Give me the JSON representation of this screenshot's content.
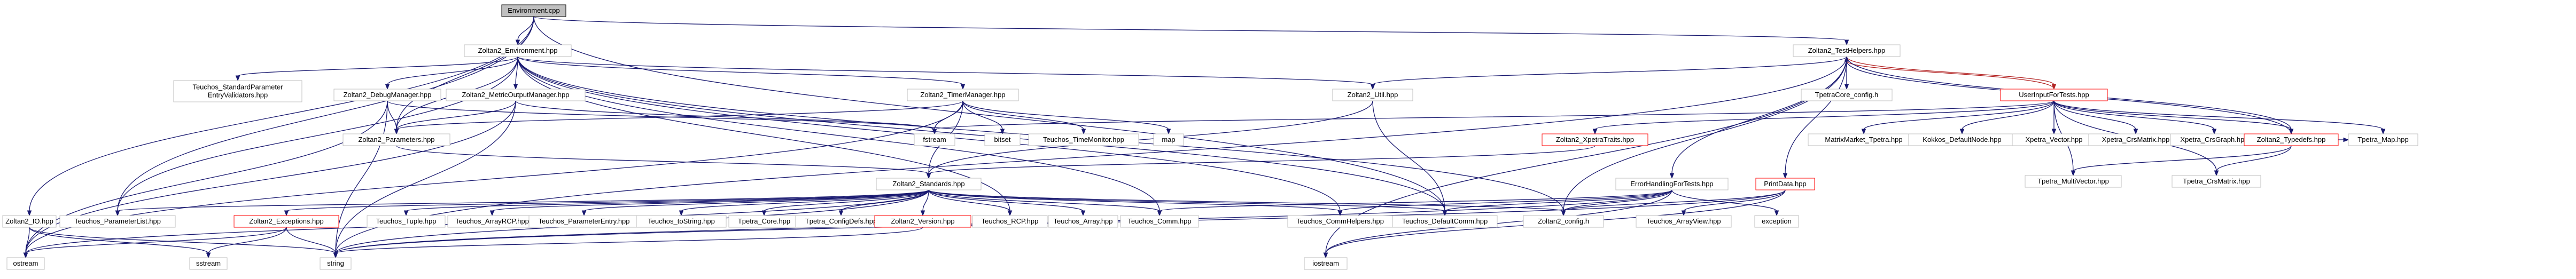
{
  "diagram": {
    "type": "include-dependency-graph",
    "nodes": [
      {
        "id": "environment_cpp",
        "label": "Environment.cpp",
        "style": "root"
      },
      {
        "id": "zoltan2_environment",
        "label": "Zoltan2_Environment.hpp",
        "style": "normal"
      },
      {
        "id": "zoltan2_testhelpers",
        "label": "Zoltan2_TestHelpers.hpp",
        "style": "normal"
      },
      {
        "id": "teuchos_std_param_validators",
        "label": [
          "Teuchos_StandardParameter",
          "EntryValidators.hpp"
        ],
        "style": "normal"
      },
      {
        "id": "zoltan2_debugmanager",
        "label": "Zoltan2_DebugManager.hpp",
        "style": "normal"
      },
      {
        "id": "zoltan2_metricoutputmanager",
        "label": "Zoltan2_MetricOutputManager.hpp",
        "style": "normal"
      },
      {
        "id": "zoltan2_timemanager",
        "label": "Zoltan2_TimerManager.hpp",
        "style": "normal"
      },
      {
        "id": "zoltan2_util",
        "label": "Zoltan2_Util.hpp",
        "style": "normal"
      },
      {
        "id": "tpetracore_config",
        "label": "TpetraCore_config.h",
        "style": "normal"
      },
      {
        "id": "userinputfortests",
        "label": "UserInputForTests.hpp",
        "style": "red"
      },
      {
        "id": "zoltan2_parameters",
        "label": "Zoltan2_Parameters.hpp",
        "style": "normal"
      },
      {
        "id": "fstream",
        "label": "fstream",
        "style": "normal"
      },
      {
        "id": "bitset",
        "label": "bitset",
        "style": "normal"
      },
      {
        "id": "teuchos_timemonitor",
        "label": "Teuchos_TimeMonitor.hpp",
        "style": "normal"
      },
      {
        "id": "map",
        "label": "map",
        "style": "normal"
      },
      {
        "id": "zoltan2_xpetratraits",
        "label": "Zoltan2_XpetraTraits.hpp",
        "style": "red"
      },
      {
        "id": "matrixmarket_tpetra",
        "label": "MatrixMarket_Tpetra.hpp",
        "style": "normal"
      },
      {
        "id": "kokkos_defaultnode",
        "label": "Kokkos_DefaultNode.hpp",
        "style": "normal"
      },
      {
        "id": "xpetra_vector",
        "label": "Xpetra_Vector.hpp",
        "style": "normal"
      },
      {
        "id": "xpetra_crsmatrix",
        "label": "Xpetra_CrsMatrix.hpp",
        "style": "normal"
      },
      {
        "id": "xpetra_crsgraph",
        "label": "Xpetra_CrsGraph.hpp",
        "style": "normal"
      },
      {
        "id": "zoltan2_typedefs",
        "label": "Zoltan2_Typedefs.hpp",
        "style": "red"
      },
      {
        "id": "tpetra_map",
        "label": "Tpetra_Map.hpp",
        "style": "normal"
      },
      {
        "id": "tpetra_multivector",
        "label": "Tpetra_MultiVector.hpp",
        "style": "normal"
      },
      {
        "id": "tpetra_crsmatrix",
        "label": "Tpetra_CrsMatrix.hpp",
        "style": "normal"
      },
      {
        "id": "errorhandlingfortests",
        "label": "ErrorHandlingForTests.hpp",
        "style": "normal"
      },
      {
        "id": "printdata",
        "label": "PrintData.hpp",
        "style": "red"
      },
      {
        "id": "zoltan2_standards",
        "label": "Zoltan2_Standards.hpp",
        "style": "normal"
      },
      {
        "id": "zoltan2_io",
        "label": "Zoltan2_IO.hpp",
        "style": "normal"
      },
      {
        "id": "teuchos_parameterlist",
        "label": "Teuchos_ParameterList.hpp",
        "style": "normal"
      },
      {
        "id": "zoltan2_exceptions",
        "label": "Zoltan2_Exceptions.hpp",
        "style": "red"
      },
      {
        "id": "teuchos_tuple",
        "label": "Teuchos_Tuple.hpp",
        "style": "normal"
      },
      {
        "id": "teuchos_arrayrcp",
        "label": "Teuchos_ArrayRCP.hpp",
        "style": "normal"
      },
      {
        "id": "teuchos_parameterentry",
        "label": "Teuchos_ParameterEntry.hpp",
        "style": "normal"
      },
      {
        "id": "teuchos_tostring",
        "label": "Teuchos_toString.hpp",
        "style": "normal"
      },
      {
        "id": "tpetra_core",
        "label": "Tpetra_Core.hpp",
        "style": "normal"
      },
      {
        "id": "tpetra_configdefs",
        "label": "Tpetra_ConfigDefs.hpp",
        "style": "normal"
      },
      {
        "id": "zoltan2_version",
        "label": "Zoltan2_Version.hpp",
        "style": "red"
      },
      {
        "id": "teuchos_rcp",
        "label": "Teuchos_RCP.hpp",
        "style": "normal"
      },
      {
        "id": "teuchos_array",
        "label": "Teuchos_Array.hpp",
        "style": "normal"
      },
      {
        "id": "teuchos_comm",
        "label": "Teuchos_Comm.hpp",
        "style": "normal"
      },
      {
        "id": "teuchos_commhelpers",
        "label": "Teuchos_CommHelpers.hpp",
        "style": "normal"
      },
      {
        "id": "teuchos_defaultcomm",
        "label": "Teuchos_DefaultComm.hpp",
        "style": "normal"
      },
      {
        "id": "zoltan2_config",
        "label": "Zoltan2_config.h",
        "style": "normal"
      },
      {
        "id": "teuchos_arrayview",
        "label": "Teuchos_ArrayView.hpp",
        "style": "normal"
      },
      {
        "id": "exception",
        "label": "exception",
        "style": "normal"
      },
      {
        "id": "ostream",
        "label": "ostream",
        "style": "normal"
      },
      {
        "id": "sstream",
        "label": "sstream",
        "style": "normal"
      },
      {
        "id": "string",
        "label": "string",
        "style": "normal"
      },
      {
        "id": "iostream",
        "label": "iostream",
        "style": "normal"
      }
    ],
    "edges": [
      {
        "from": "environment_cpp",
        "to": "zoltan2_environment"
      },
      {
        "from": "environment_cpp",
        "to": "zoltan2_testhelpers"
      },
      {
        "from": "environment_cpp",
        "to": "zoltan2_parameters"
      },
      {
        "from": "environment_cpp",
        "to": "teuchos_parameterlist"
      },
      {
        "from": "environment_cpp",
        "to": "zoltan2_io"
      },
      {
        "from": "environment_cpp",
        "to": "teuchos_defaultcomm"
      },
      {
        "from": "zoltan2_environment",
        "to": "teuchos_std_param_validators"
      },
      {
        "from": "zoltan2_environment",
        "to": "zoltan2_debugmanager"
      },
      {
        "from": "zoltan2_environment",
        "to": "zoltan2_metricoutputmanager"
      },
      {
        "from": "zoltan2_environment",
        "to": "zoltan2_timemanager"
      },
      {
        "from": "zoltan2_environment",
        "to": "zoltan2_util"
      },
      {
        "from": "zoltan2_environment",
        "to": "zoltan2_parameters"
      },
      {
        "from": "zoltan2_environment",
        "to": "teuchos_parameterlist"
      },
      {
        "from": "zoltan2_environment",
        "to": "teuchos_comm"
      },
      {
        "from": "zoltan2_environment",
        "to": "teuchos_commhelpers"
      },
      {
        "from": "zoltan2_environment",
        "to": "teuchos_defaultcomm"
      },
      {
        "from": "zoltan2_environment",
        "to": "teuchos_rcp"
      },
      {
        "from": "zoltan2_environment",
        "to": "zoltan2_config"
      },
      {
        "from": "zoltan2_debugmanager",
        "to": "zoltan2_parameters"
      },
      {
        "from": "zoltan2_debugmanager",
        "to": "fstream"
      },
      {
        "from": "zoltan2_debugmanager",
        "to": "string"
      },
      {
        "from": "zoltan2_debugmanager",
        "to": "ostream"
      },
      {
        "from": "zoltan2_metricoutputmanager",
        "to": "zoltan2_parameters"
      },
      {
        "from": "zoltan2_metricoutputmanager",
        "to": "fstream"
      },
      {
        "from": "zoltan2_metricoutputmanager",
        "to": "string"
      },
      {
        "from": "zoltan2_metricoutputmanager",
        "to": "ostream"
      },
      {
        "from": "zoltan2_timemanager",
        "to": "zoltan2_parameters"
      },
      {
        "from": "zoltan2_timemanager",
        "to": "zoltan2_standards"
      },
      {
        "from": "zoltan2_timemanager",
        "to": "fstream"
      },
      {
        "from": "zoltan2_timemanager",
        "to": "bitset"
      },
      {
        "from": "zoltan2_timemanager",
        "to": "teuchos_timemonitor"
      },
      {
        "from": "zoltan2_timemanager",
        "to": "map"
      },
      {
        "from": "zoltan2_timemanager",
        "to": "ostream"
      },
      {
        "from": "zoltan2_parameters",
        "to": "zoltan2_standards"
      },
      {
        "from": "zoltan2_util",
        "to": "zoltan2_standards"
      },
      {
        "from": "zoltan2_util",
        "to": "teuchos_defaultcomm"
      },
      {
        "from": "zoltan2_testhelpers",
        "to": "zoltan2_util"
      },
      {
        "from": "zoltan2_testhelpers",
        "to": "tpetracore_config"
      },
      {
        "from": "zoltan2_testhelpers",
        "to": "userinputfortests",
        "style": "red"
      },
      {
        "from": "zoltan2_testhelpers",
        "to": "errorhandlingfortests"
      },
      {
        "from": "zoltan2_testhelpers",
        "to": "printdata"
      },
      {
        "from": "zoltan2_testhelpers",
        "to": "zoltan2_config"
      },
      {
        "from": "zoltan2_testhelpers",
        "to": "iostream"
      },
      {
        "from": "userinputfortests",
        "to": "zoltan2_testhelpers",
        "style": "red"
      },
      {
        "from": "userinputfortests",
        "to": "zoltan2_xpetratraits"
      },
      {
        "from": "userinputfortests",
        "to": "matrixmarket_tpetra"
      },
      {
        "from": "userinputfortests",
        "to": "kokkos_defaultnode"
      },
      {
        "from": "userinputfortests",
        "to": "xpetra_vector"
      },
      {
        "from": "userinputfortests",
        "to": "xpetra_crsmatrix"
      },
      {
        "from": "userinputfortests",
        "to": "xpetra_crsgraph"
      },
      {
        "from": "userinputfortests",
        "to": "zoltan2_typedefs"
      },
      {
        "from": "userinputfortests",
        "to": "tpetra_map"
      },
      {
        "from": "userinputfortests",
        "to": "tpetra_multivector"
      },
      {
        "from": "userinputfortests",
        "to": "tpetra_crsmatrix"
      },
      {
        "from": "userinputfortests",
        "to": "fstream"
      },
      {
        "from": "zoltan2_typedefs",
        "to": "zoltan2_testhelpers"
      },
      {
        "from": "zoltan2_typedefs",
        "to": "tpetra_map"
      },
      {
        "from": "zoltan2_typedefs",
        "to": "tpetra_multivector"
      },
      {
        "from": "zoltan2_typedefs",
        "to": "tpetra_crsmatrix"
      },
      {
        "from": "zoltan2_xpetratraits",
        "to": "zoltan2_standards"
      },
      {
        "from": "errorhandlingfortests",
        "to": "teuchos_comm"
      },
      {
        "from": "errorhandlingfortests",
        "to": "teuchos_commhelpers"
      },
      {
        "from": "errorhandlingfortests",
        "to": "teuchos_defaultcomm"
      },
      {
        "from": "errorhandlingfortests",
        "to": "zoltan2_config"
      },
      {
        "from": "errorhandlingfortests",
        "to": "exception"
      },
      {
        "from": "errorhandlingfortests",
        "to": "iostream"
      },
      {
        "from": "errorhandlingfortests",
        "to": "string"
      },
      {
        "from": "printdata",
        "to": "zoltan2_config"
      },
      {
        "from": "printdata",
        "to": "teuchos_arrayview"
      },
      {
        "from": "printdata",
        "to": "iostream"
      },
      {
        "from": "printdata",
        "to": "string"
      },
      {
        "from": "zoltan2_standards",
        "to": "teuchos_parameterlist"
      },
      {
        "from": "zoltan2_standards",
        "to": "zoltan2_exceptions"
      },
      {
        "from": "zoltan2_standards",
        "to": "teuchos_tuple"
      },
      {
        "from": "zoltan2_standards",
        "to": "teuchos_arrayrcp"
      },
      {
        "from": "zoltan2_standards",
        "to": "teuchos_parameterentry"
      },
      {
        "from": "zoltan2_standards",
        "to": "teuchos_tostring"
      },
      {
        "from": "zoltan2_standards",
        "to": "tpetra_core"
      },
      {
        "from": "zoltan2_standards",
        "to": "tpetra_configdefs"
      },
      {
        "from": "zoltan2_standards",
        "to": "zoltan2_version"
      },
      {
        "from": "zoltan2_standards",
        "to": "teuchos_rcp"
      },
      {
        "from": "zoltan2_standards",
        "to": "teuchos_array"
      },
      {
        "from": "zoltan2_standards",
        "to": "teuchos_comm"
      },
      {
        "from": "zoltan2_standards",
        "to": "teuchos_commhelpers"
      },
      {
        "from": "zoltan2_standards",
        "to": "teuchos_defaultcomm"
      },
      {
        "from": "zoltan2_standards",
        "to": "zoltan2_config"
      },
      {
        "from": "zoltan2_standards",
        "to": "ostream"
      },
      {
        "from": "zoltan2_standards",
        "to": "string"
      },
      {
        "from": "zoltan2_exceptions",
        "to": "ostream"
      },
      {
        "from": "zoltan2_exceptions",
        "to": "sstream"
      },
      {
        "from": "zoltan2_exceptions",
        "to": "string"
      },
      {
        "from": "zoltan2_version",
        "to": "string"
      },
      {
        "from": "zoltan2_io",
        "to": "ostream"
      },
      {
        "from": "zoltan2_io",
        "to": "sstream"
      },
      {
        "from": "zoltan2_io",
        "to": "string"
      },
      {
        "from": "zoltan2_testhelpers",
        "to": "zoltan2_typedefs"
      },
      {
        "from": "zoltan2_testhelpers",
        "to": "string"
      }
    ]
  }
}
